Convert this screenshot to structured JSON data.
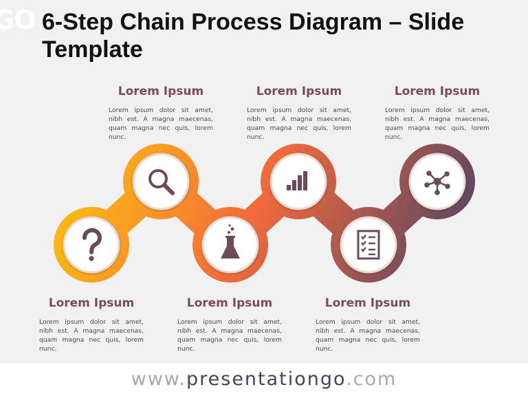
{
  "logo": "GO",
  "title": "6-Step Chain Process Diagram – Slide Template",
  "steps": [
    {
      "heading": "Lorem Ipsum",
      "body": "Lorem ipsum dolor sit amet, nibh est. A magna maecenas, quam magna nec quis, lorem nunc.",
      "icon": "question-icon"
    },
    {
      "heading": "Lorem Ipsum",
      "body": "Lorem ipsum dolor sit amet, nibh est. A magna maecenas, quam magna nec quis, lorem nunc.",
      "icon": "search-icon"
    },
    {
      "heading": "Lorem Ipsum",
      "body": "Lorem ipsum dolor sit amet, nibh est. A magna maecenas, quam magna nec quis, lorem nunc.",
      "icon": "flask-icon"
    },
    {
      "heading": "Lorem Ipsum",
      "body": "Lorem ipsum dolor sit amet, nibh est. A magna maecenas, quam magna nec quis, lorem nunc.",
      "icon": "bar-chart-icon"
    },
    {
      "heading": "Lorem Ipsum",
      "body": "Lorem ipsum dolor sit amet, nibh est. A magna maecenas, quam magna nec quis, lorem nunc.",
      "icon": "checklist-icon"
    },
    {
      "heading": "Lorem Ipsum",
      "body": "Lorem ipsum dolor sit amet, nibh est. A magna maecenas, quam magna nec quis, lorem nunc.",
      "icon": "network-icon"
    }
  ],
  "footer": {
    "www": "www.",
    "brand": "presentationgo",
    "com": ".com"
  },
  "colors": {
    "heading": "#7a4a5e",
    "icon": "#6b4a5a",
    "gradient_start": "#fdb515",
    "gradient_mid": "#f26a3c",
    "gradient_end": "#5e4662"
  }
}
